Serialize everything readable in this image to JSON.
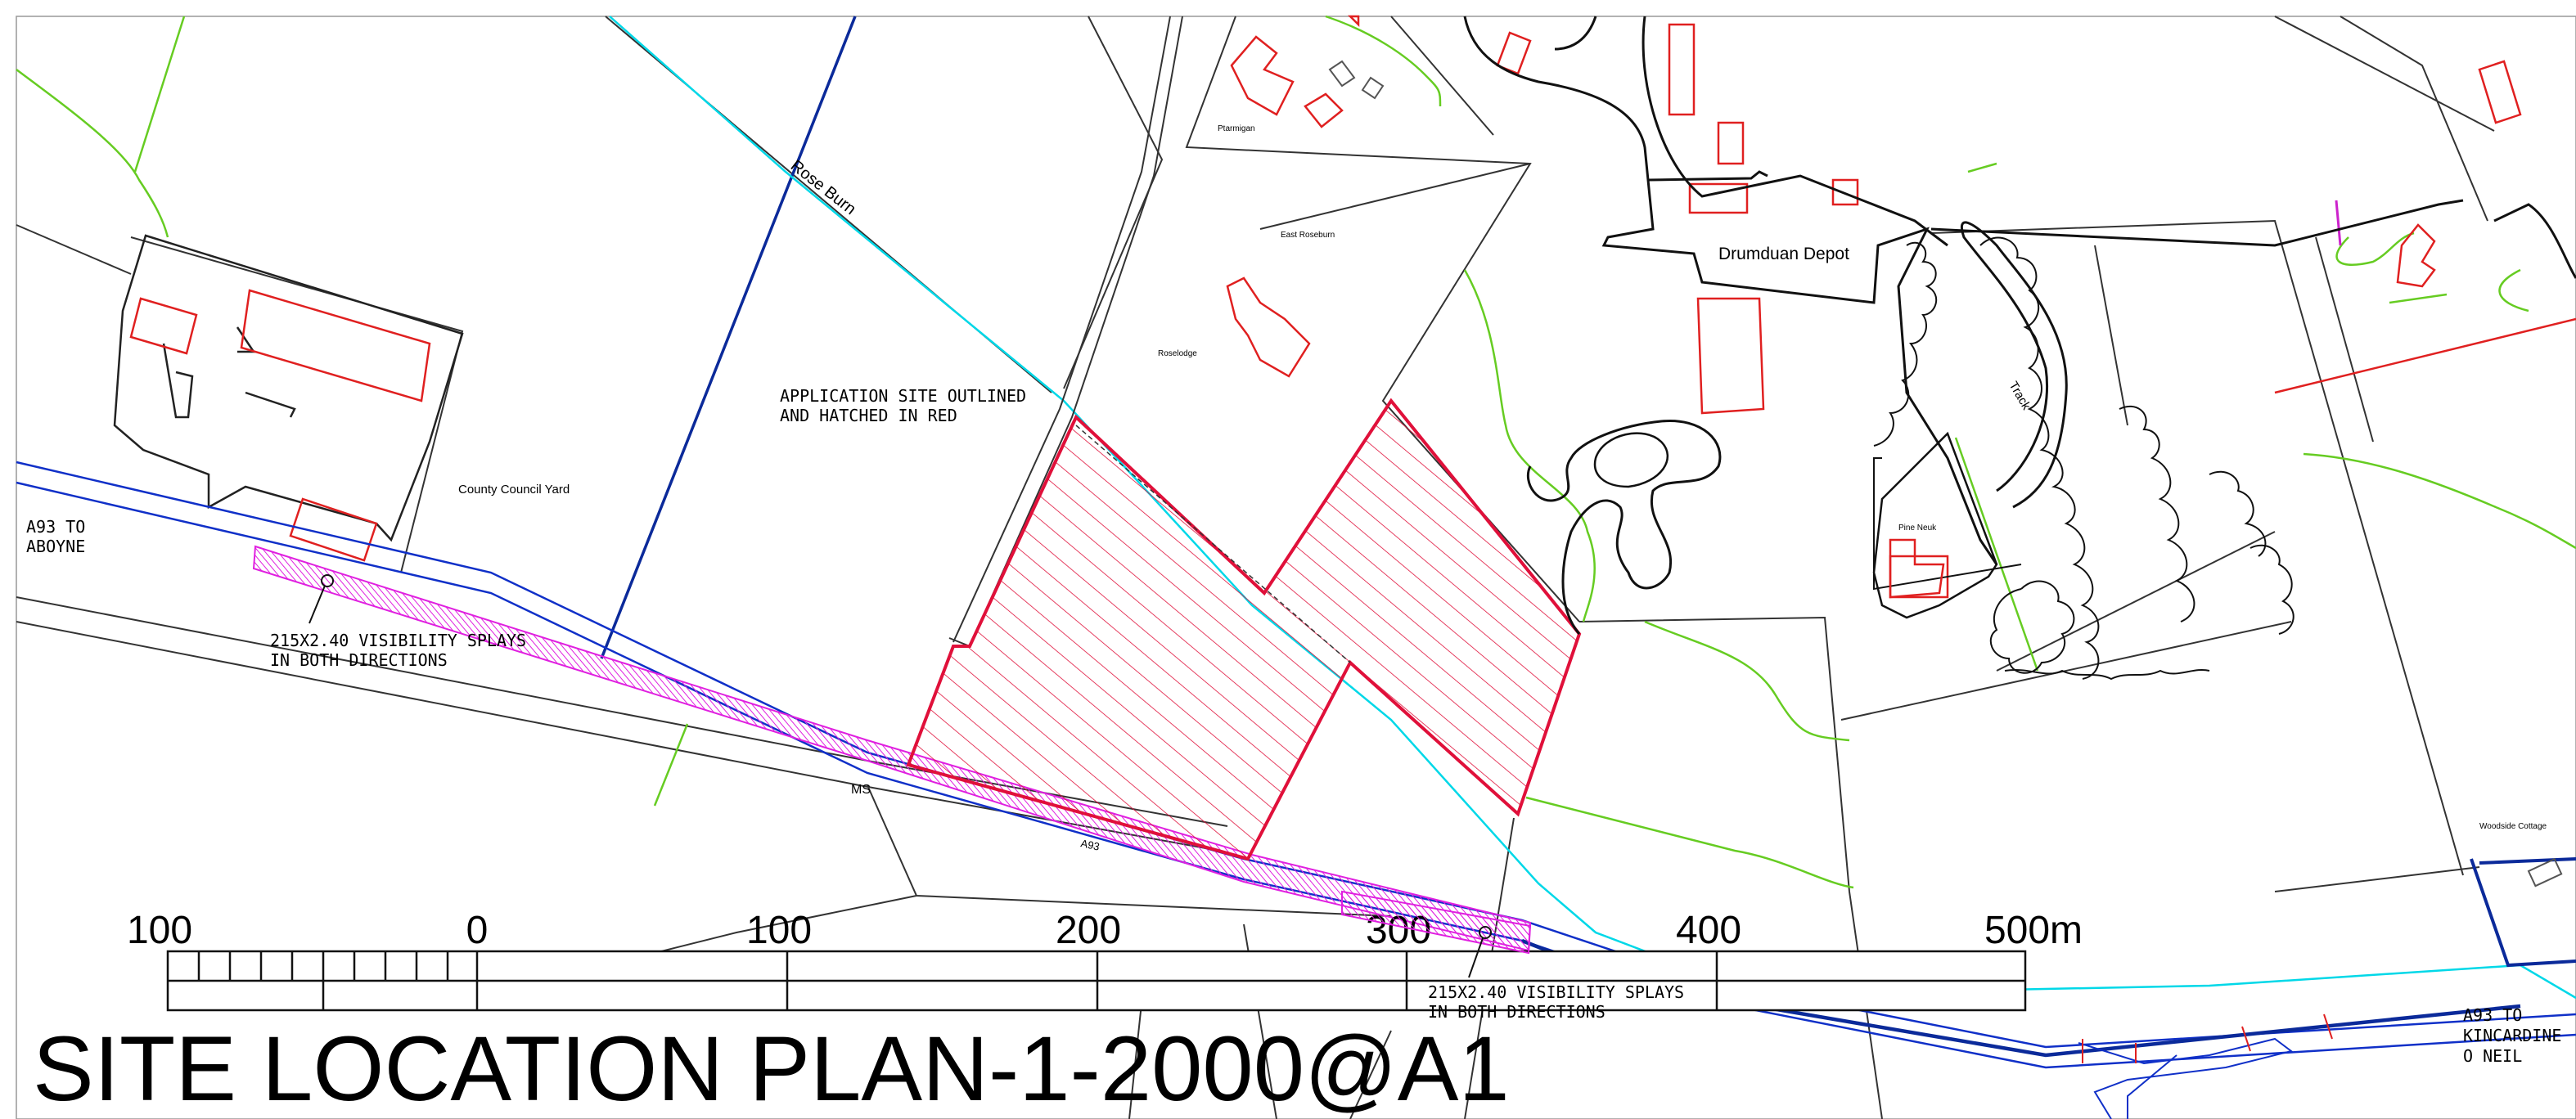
{
  "title": "SITE LOCATION PLAN-1-2000@A1",
  "application_note": [
    "APPLICATION SITE OUTLINED",
    "AND HATCHED IN RED"
  ],
  "visibility_note_left": [
    "215X2.40  VISIBILITY  SPLAYS",
    "IN  BOTH  DIRECTIONS"
  ],
  "visibility_note_right": [
    "215X2.40  VISIBILITY  SPLAYS",
    "IN  BOTH  DIRECTIONS"
  ],
  "road_left": [
    "A93  TO",
    "ABOYNE"
  ],
  "road_right": [
    "A93  TO",
    "KINCARDINE",
    "O  NEIL"
  ],
  "place_labels": {
    "county_yard": "County Council Yard",
    "depot": "Drumduan Depot",
    "ptarmigan": "Ptarmigan",
    "east_roseburn": "East Roseburn",
    "roselodge": "Roselodge",
    "pine_neuk": "Pine Neuk",
    "woodside": "Woodside Cottage",
    "burn": "Rose Burn",
    "track": "Track",
    "ms": "MS",
    "road": "A93"
  },
  "scale_bar": {
    "labels": [
      "100",
      "0",
      "100",
      "200",
      "300",
      "400",
      "500m"
    ]
  },
  "colors": {
    "site_red": "#e0103a",
    "building_red": "#e02020",
    "road_blue": "#1030c8",
    "burn_cyan": "#00d8e8",
    "hedge_green": "#66cc22",
    "splay_magenta": "#e020e0",
    "boundary_navy": "#0b2a9a"
  }
}
